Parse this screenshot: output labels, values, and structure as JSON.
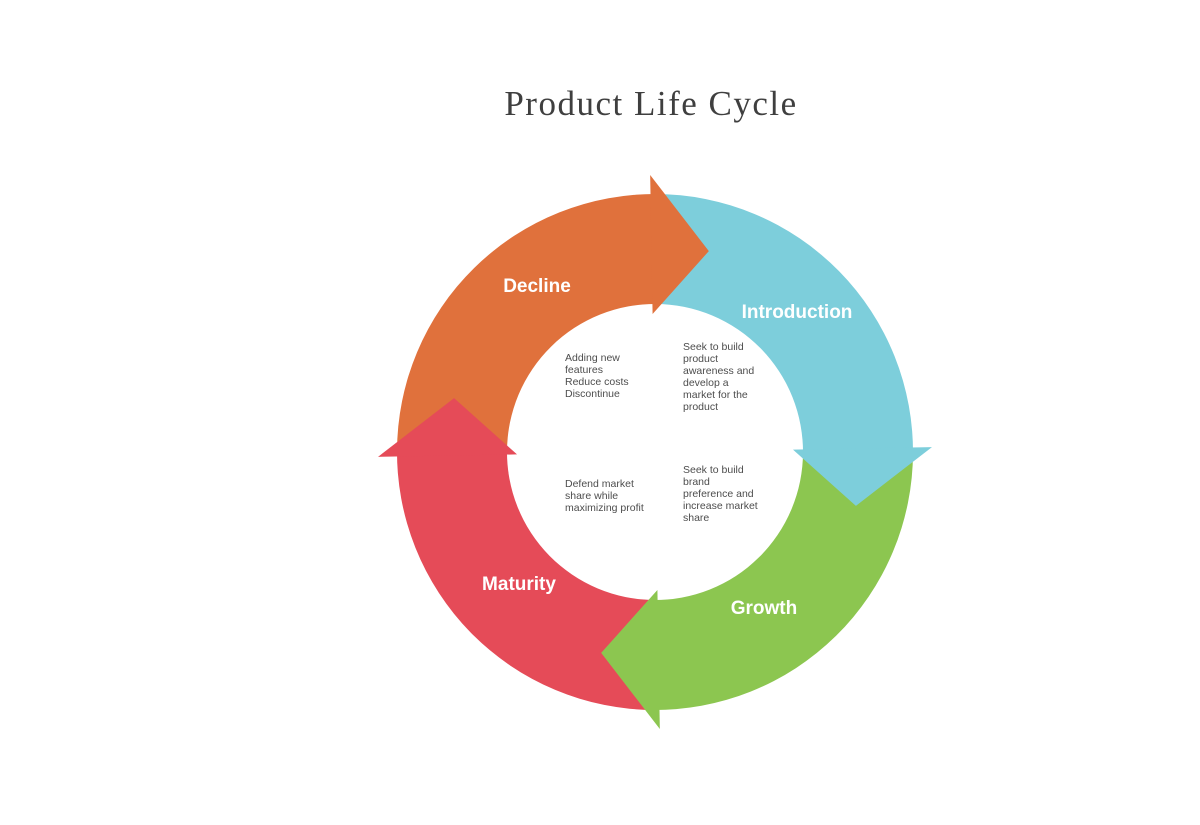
{
  "title": "Product Life Cycle",
  "canvas": {
    "background": "#FFFFFF",
    "title_color": "#3F3F3F"
  },
  "diagram": {
    "type": "cycle",
    "flow": "clockwise",
    "label_text_color": "#FFFFFF",
    "description_text_color": "#4D4D4D",
    "stages": [
      {
        "id": "decline",
        "label": "Decline",
        "color": "#E0713C",
        "description": "Adding new\nfeatures\nReduce costs\nDiscontinue"
      },
      {
        "id": "introduction",
        "label": "Introduction",
        "color": "#7DCEDB",
        "description": "Seek to build\nproduct\nawareness and\ndevelop a\nmarket for the\nproduct"
      },
      {
        "id": "growth",
        "label": "Growth",
        "color": "#8CC650",
        "description": "Seek to build\nbrand\npreference and\nincrease market\nshare"
      },
      {
        "id": "maturity",
        "label": "Maturity",
        "color": "#E54B58",
        "description": "Defend market\nshare while\nmaximizing profit"
      }
    ]
  }
}
